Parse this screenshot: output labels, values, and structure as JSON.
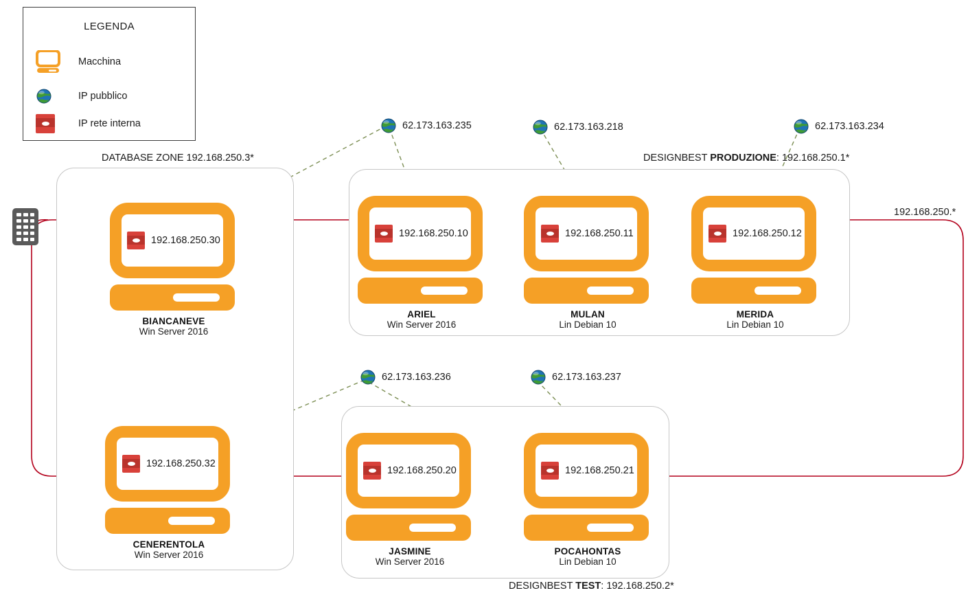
{
  "diagram": {
    "title": "Network topology diagram",
    "network_label": "192.168.250.*",
    "colors": {
      "machine_orange": "#f5a026",
      "boundary_red": "#b3001b",
      "zone_gray": "#c6c6c6",
      "link_green": "#7d8f55",
      "internal_ip_red": "#d8413a",
      "building_gray": "#5a5a5a"
    }
  },
  "legend": {
    "title": "LEGENDA",
    "items": [
      {
        "icon": "monitor-icon",
        "label": "Macchina"
      },
      {
        "icon": "globe-icon",
        "label": "IP pubblico"
      },
      {
        "icon": "internal-ip-icon",
        "label": "IP rete interna"
      }
    ]
  },
  "zones": [
    {
      "id": "database",
      "label_plain": "DATABASE ZONE 192.168.250.3*",
      "prefix": "DATABASE ZONE 192.168.250.3*",
      "bold": "",
      "suffix": ""
    },
    {
      "id": "produzione",
      "prefix": "DESIGNBEST ",
      "bold": "PRODUZIONE",
      "suffix": ": 192.168.250.1*"
    },
    {
      "id": "test",
      "prefix": "DESIGNBEST ",
      "bold": "TEST",
      "suffix": ": 192.168.250.2*"
    }
  ],
  "machines": [
    {
      "id": "biancaneve",
      "name": "BIANCANEVE",
      "os": "Win Server 2016",
      "ip": "192.168.250.30",
      "zone": "database"
    },
    {
      "id": "cenerentola",
      "name": "CENERENTOLA",
      "os": "Win Server 2016",
      "ip": "192.168.250.32",
      "zone": "database"
    },
    {
      "id": "ariel",
      "name": "ARIEL",
      "os": "Win Server 2016",
      "ip": "192.168.250.10",
      "zone": "produzione"
    },
    {
      "id": "mulan",
      "name": "MULAN",
      "os": "Lin Debian 10",
      "ip": "192.168.250.11",
      "zone": "produzione"
    },
    {
      "id": "merida",
      "name": "MERIDA",
      "os": "Lin Debian 10",
      "ip": "192.168.250.12",
      "zone": "produzione"
    },
    {
      "id": "jasmine",
      "name": "JASMINE",
      "os": "Win Server 2016",
      "ip": "192.168.250.20",
      "zone": "test"
    },
    {
      "id": "pocahontas",
      "name": "POCAHONTAS",
      "os": "Lin Debian 10",
      "ip": "192.168.250.21",
      "zone": "test"
    }
  ],
  "public_ips": [
    {
      "id": "pub-235",
      "address": "62.173.163.235",
      "connects_to": [
        "biancaneve",
        "ariel"
      ]
    },
    {
      "id": "pub-218",
      "address": "62.173.163.218",
      "connects_to": [
        "mulan"
      ]
    },
    {
      "id": "pub-234",
      "address": "62.173.163.234",
      "connects_to": [
        "merida"
      ]
    },
    {
      "id": "pub-236",
      "address": "62.173.163.236",
      "connects_to": [
        "cenerentola",
        "jasmine"
      ]
    },
    {
      "id": "pub-237",
      "address": "62.173.163.237",
      "connects_to": [
        "pocahontas"
      ]
    }
  ]
}
